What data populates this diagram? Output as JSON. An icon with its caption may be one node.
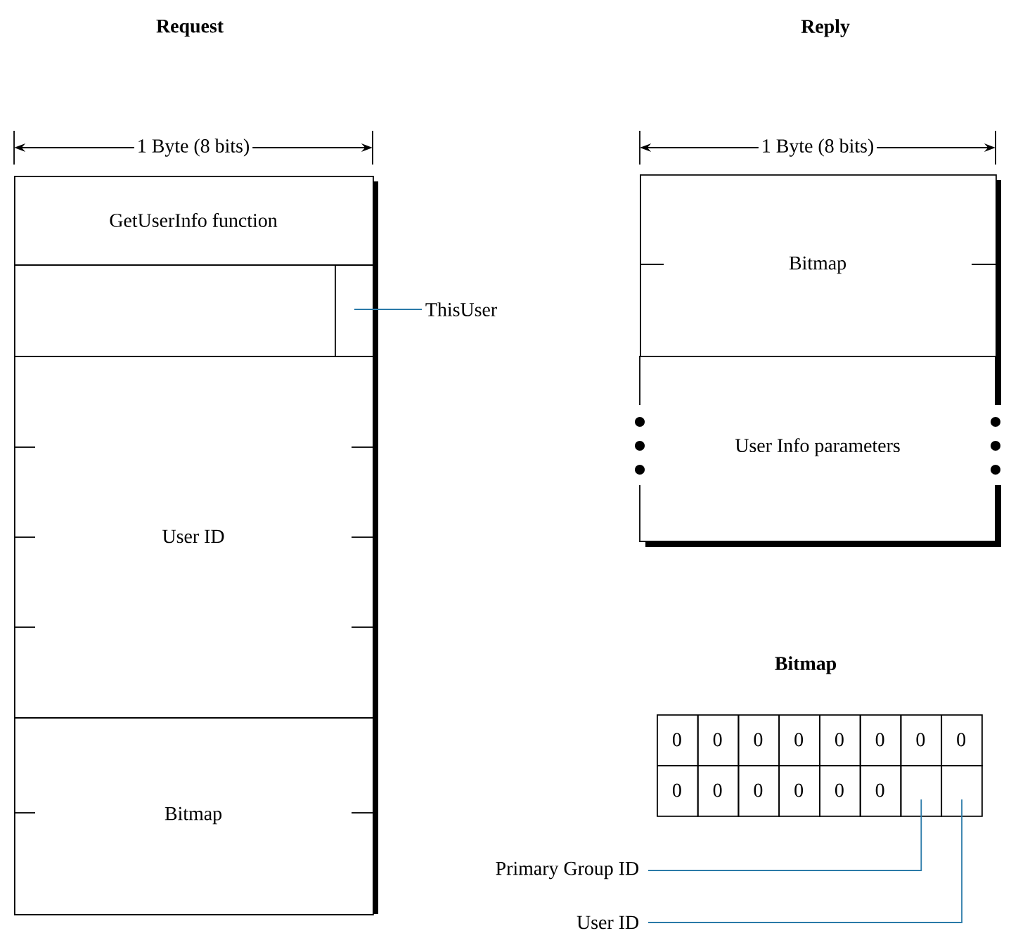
{
  "diagram": {
    "nodes": [
      {
        "text": [
          "GetUserInfo function"
        ]
      },
      {
        "text": [],
        "shape": "box"
      },
      {
        "text": [],
        "shape": "box",
        "in": 1
      },
      {
        "text": [
          "ThisUser"
        ]
      },
      {
        "text": [
          "User ID"
        ]
      },
      {
        "text": [
          "Bitmap"
        ]
      },
      {
        "text": [
          "Bitmap"
        ]
      },
      {
        "text": [
          "User Info parameters"
        ]
      },
      {
        "text": [
          "0"
        ]
      },
      {
        "text": [
          "0"
        ]
      },
      {
        "text": [
          "0"
        ]
      },
      {
        "text": [
          "0"
        ]
      },
      {
        "text": [
          "0"
        ]
      },
      {
        "text": [
          "0"
        ]
      },
      {
        "text": [
          "0"
        ]
      },
      {
        "text": [
          "0"
        ]
      },
      {
        "text": [
          "0"
        ]
      },
      {
        "text": [
          "0"
        ]
      },
      {
        "text": [
          "0"
        ]
      },
      {
        "text": [
          "0"
        ]
      },
      {
        "text": [
          "0"
        ]
      },
      {
        "text": [
          "0"
        ]
      },
      {
        "text": [],
        "shape": "box"
      },
      {
        "text": [],
        "shape": "box"
      },
      {
        "text": [
          "Primary Group ID"
        ]
      },
      {
        "text": [
          "User ID"
        ]
      }
    ],
    "edges": [
      {
        "from": 3,
        "to": 2,
        "arrow": "none"
      },
      {
        "from": 24,
        "to": 22,
        "arrow": "none"
      },
      {
        "from": 25,
        "to": 23,
        "arrow": "none"
      }
    ],
    "labels": [
      "Request",
      "Reply",
      "1 Byte (8 bits)",
      "1 Byte (8 bits)",
      "Bitmap"
    ]
  }
}
